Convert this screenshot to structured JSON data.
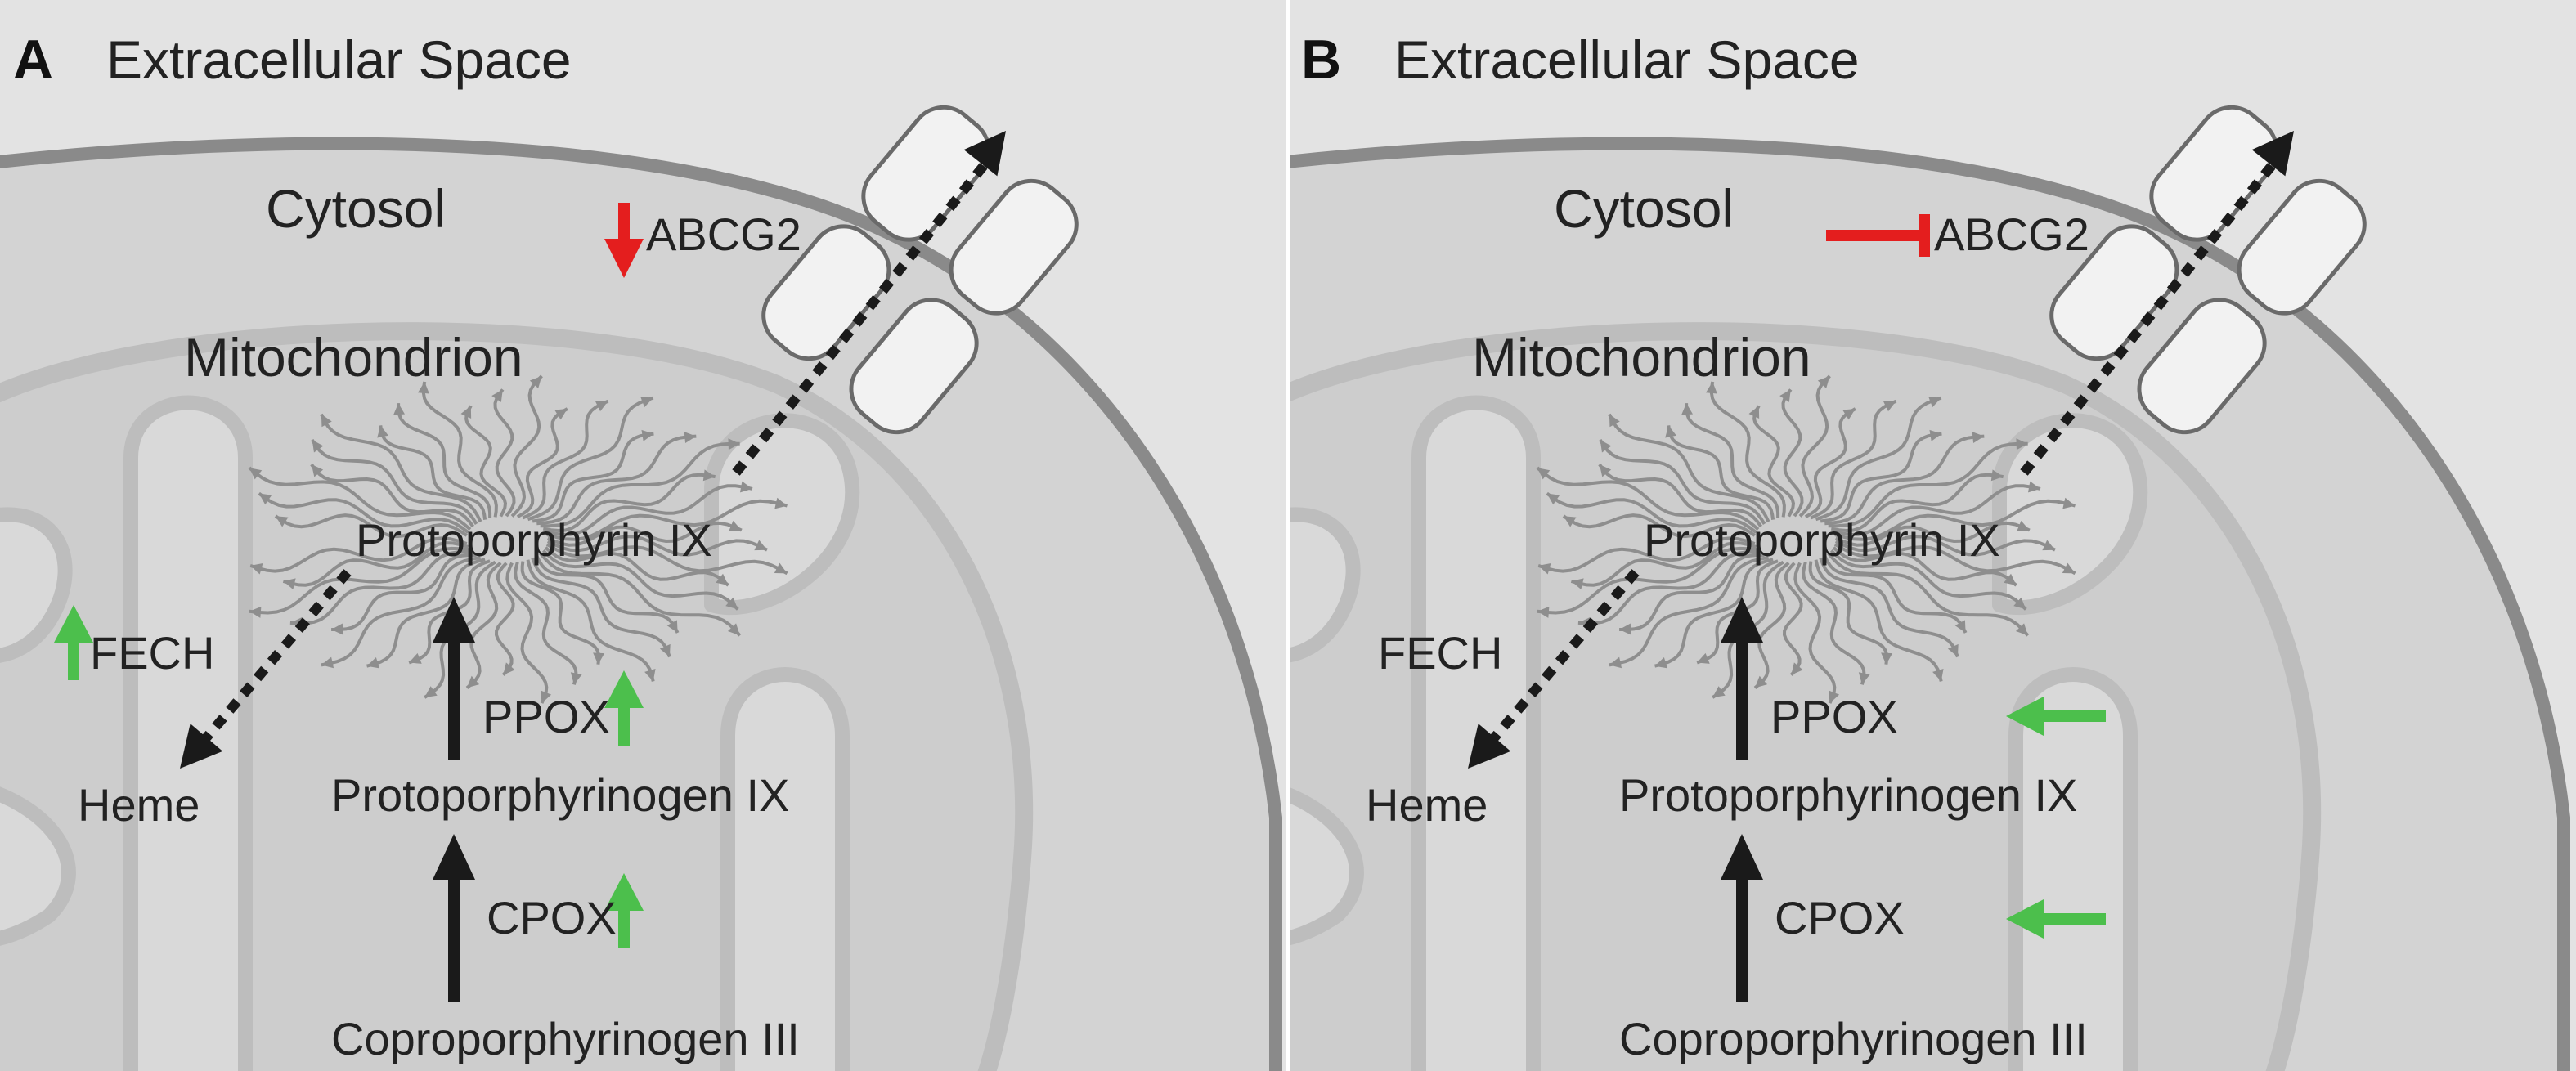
{
  "panels": [
    {
      "letter": "A",
      "mode": "up-arrows",
      "extracellular": "Extracellular Space",
      "cytosol": "Cytosol",
      "mitochondrion": "Mitochondrion",
      "abcg2": "ABCG2",
      "protoporphyrin": "Protoporphyrin IX",
      "fech": "FECH",
      "heme": "Heme",
      "ppox": "PPOX",
      "protoporphyrinogen": "Protoporphyrinogen IX",
      "cpox": "CPOX",
      "coproporphyrinogen": "Coproporphyrinogen III"
    },
    {
      "letter": "B",
      "mode": "drug-arrows",
      "extracellular": "Extracellular Space",
      "cytosol": "Cytosol",
      "mitochondrion": "Mitochondrion",
      "abcg2": "ABCG2",
      "protoporphyrin": "Protoporphyrin IX",
      "fech": "FECH",
      "heme": "Heme",
      "ppox": "PPOX",
      "protoporphyrinogen": "Protoporphyrinogen IX",
      "cpox": "CPOX",
      "coproporphyrinogen": "Coproporphyrinogen III"
    }
  ],
  "colors": {
    "background": "#e3e3e3",
    "cell": "#d3d3d3",
    "cell_border": "#8a8a8a",
    "mito": "#cdcdcd",
    "mito_border": "#bdbdbd",
    "crista": "#d9d9d9",
    "squiggle": "#8e8e8e",
    "arrow_black": "#1a1a1a",
    "up_green": "#4cbf4c",
    "down_red": "#e41e1e"
  }
}
